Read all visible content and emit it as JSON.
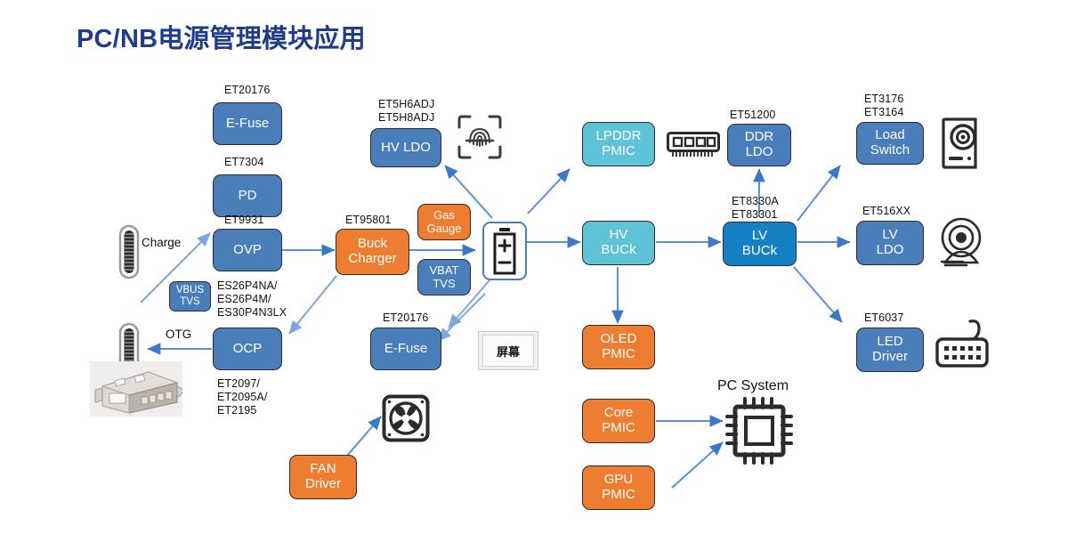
{
  "title": "PC/NB电源管理模块应用",
  "colors": {
    "title": "#1F3C88",
    "blue": "#4A7EBB",
    "strong_blue": "#1581C4",
    "teal": "#5EC3D6",
    "orange": "#ED7D31",
    "arrow": "#4A7EBB",
    "outline": "#2b2b2b",
    "background": "#FFFFFF"
  },
  "blocks": [
    {
      "id": "efuse_in",
      "label": "E-Fuse",
      "part": "ET20176",
      "color": "blue"
    },
    {
      "id": "pd",
      "label": "PD",
      "part": "ET7304",
      "color": "blue"
    },
    {
      "id": "ovp",
      "label": "OVP",
      "part": "ET9931",
      "color": "blue"
    },
    {
      "id": "vbus_tvs",
      "label": "VBUS\nTVS",
      "part": "",
      "color": "blue"
    },
    {
      "id": "ocp",
      "label": "OCP",
      "part": "ES26P4NA/\nES26P4M/\nES30P4N3LX",
      "color": "blue"
    },
    {
      "id": "ocp_sub",
      "label": "",
      "part": "ET2097/\nET2095A/\nET2195",
      "color": "blue"
    },
    {
      "id": "hv_ldo",
      "label": "HV LDO",
      "part": "ET5H6ADJ\nET5H8ADJ",
      "color": "blue"
    },
    {
      "id": "buck_charger",
      "label": "Buck\nCharger",
      "part": "ET95801",
      "color": "orange"
    },
    {
      "id": "gas_gauge",
      "label": "Gas\nGauge",
      "part": "",
      "color": "orange"
    },
    {
      "id": "vbat_tvs",
      "label": "VBAT\nTVS",
      "part": "",
      "color": "blue"
    },
    {
      "id": "efuse_out",
      "label": "E-Fuse",
      "part": "ET20176",
      "color": "blue"
    },
    {
      "id": "fan_driver",
      "label": "FAN\nDriver",
      "part": "",
      "color": "orange"
    },
    {
      "id": "lpddr_pmic",
      "label": "LPDDR\nPMIC",
      "part": "",
      "color": "teal"
    },
    {
      "id": "ddr_ldo",
      "label": "DDR\nLDO",
      "part": "ET51200",
      "color": "blue"
    },
    {
      "id": "hv_buck",
      "label": "HV\nBUCk",
      "part": "",
      "color": "teal"
    },
    {
      "id": "lv_buck",
      "label": "LV\nBUCk",
      "part": "ET8330A\nET83301",
      "color": "strong_blue"
    },
    {
      "id": "oled_pmic",
      "label": "OLED\nPMIC",
      "part": "",
      "color": "orange"
    },
    {
      "id": "core_pmic",
      "label": "Core\nPMIC",
      "part": "",
      "color": "orange"
    },
    {
      "id": "gpu_pmic",
      "label": "GPU\nPMIC",
      "part": "",
      "color": "orange"
    },
    {
      "id": "load_switch",
      "label": "Load\nSwitch",
      "part": "ET3176\nET3164",
      "color": "blue"
    },
    {
      "id": "lv_ldo",
      "label": "LV\nLDO",
      "part": "ET516XX",
      "color": "blue"
    },
    {
      "id": "led_driver",
      "label": "LED\nDriver",
      "part": "ET6037",
      "color": "blue"
    }
  ],
  "labels": {
    "charge": "Charge",
    "otg": "OTG",
    "pc_system": "PC System",
    "screen": "屏幕"
  },
  "parts": {
    "efuse_in": "ET20176",
    "pd": "ET7304",
    "ovp": "ET9931",
    "ocp_top": "ES26P4NA/\nES26P4M/\nES30P4N3LX",
    "ocp_bottom": "ET2097/\nET2095A/\nET2195",
    "hv_ldo": "ET5H6ADJ\nET5H8ADJ",
    "buck_charger": "ET95801",
    "efuse_out": "ET20176",
    "ddr_ldo": "ET51200",
    "lv_buck": "ET8330A\nET83301",
    "load_switch": "ET3176\nET3164",
    "lv_ldo": "ET516XX",
    "led_driver": "ET6037"
  },
  "block_labels": {
    "efuse_in": "E-Fuse",
    "pd": "PD",
    "ovp": "OVP",
    "vbus_tvs": "VBUS\nTVS",
    "ocp": "OCP",
    "hv_ldo": "HV LDO",
    "buck_charger": "Buck\nCharger",
    "gas_gauge": "Gas\nGauge",
    "vbat_tvs": "VBAT\nTVS",
    "efuse_out": "E-Fuse",
    "fan_driver": "FAN\nDriver",
    "lpddr_pmic": "LPDDR\nPMIC",
    "ddr_ldo": "DDR\nLDO",
    "hv_buck": "HV\nBUCk",
    "lv_buck": "LV\nBUCk",
    "oled_pmic": "OLED\nPMIC",
    "core_pmic": "Core\nPMIC",
    "gpu_pmic": "GPU\nPMIC",
    "load_switch": "Load\nSwitch",
    "lv_ldo": "LV\nLDO",
    "led_driver": "LED\nDriver"
  },
  "icons": [
    {
      "name": "usb-c-connector-charge-icon"
    },
    {
      "name": "usb-c-connector-otg-icon"
    },
    {
      "name": "usb-a-port-photo"
    },
    {
      "name": "fingerprint-scanner-icon"
    },
    {
      "name": "battery-icon"
    },
    {
      "name": "display-screen-icon"
    },
    {
      "name": "cooling-fan-icon"
    },
    {
      "name": "ram-module-icon"
    },
    {
      "name": "camera-module-icon"
    },
    {
      "name": "webcam-icon"
    },
    {
      "name": "keyboard-icon"
    },
    {
      "name": "cpu-chip-icon"
    }
  ]
}
